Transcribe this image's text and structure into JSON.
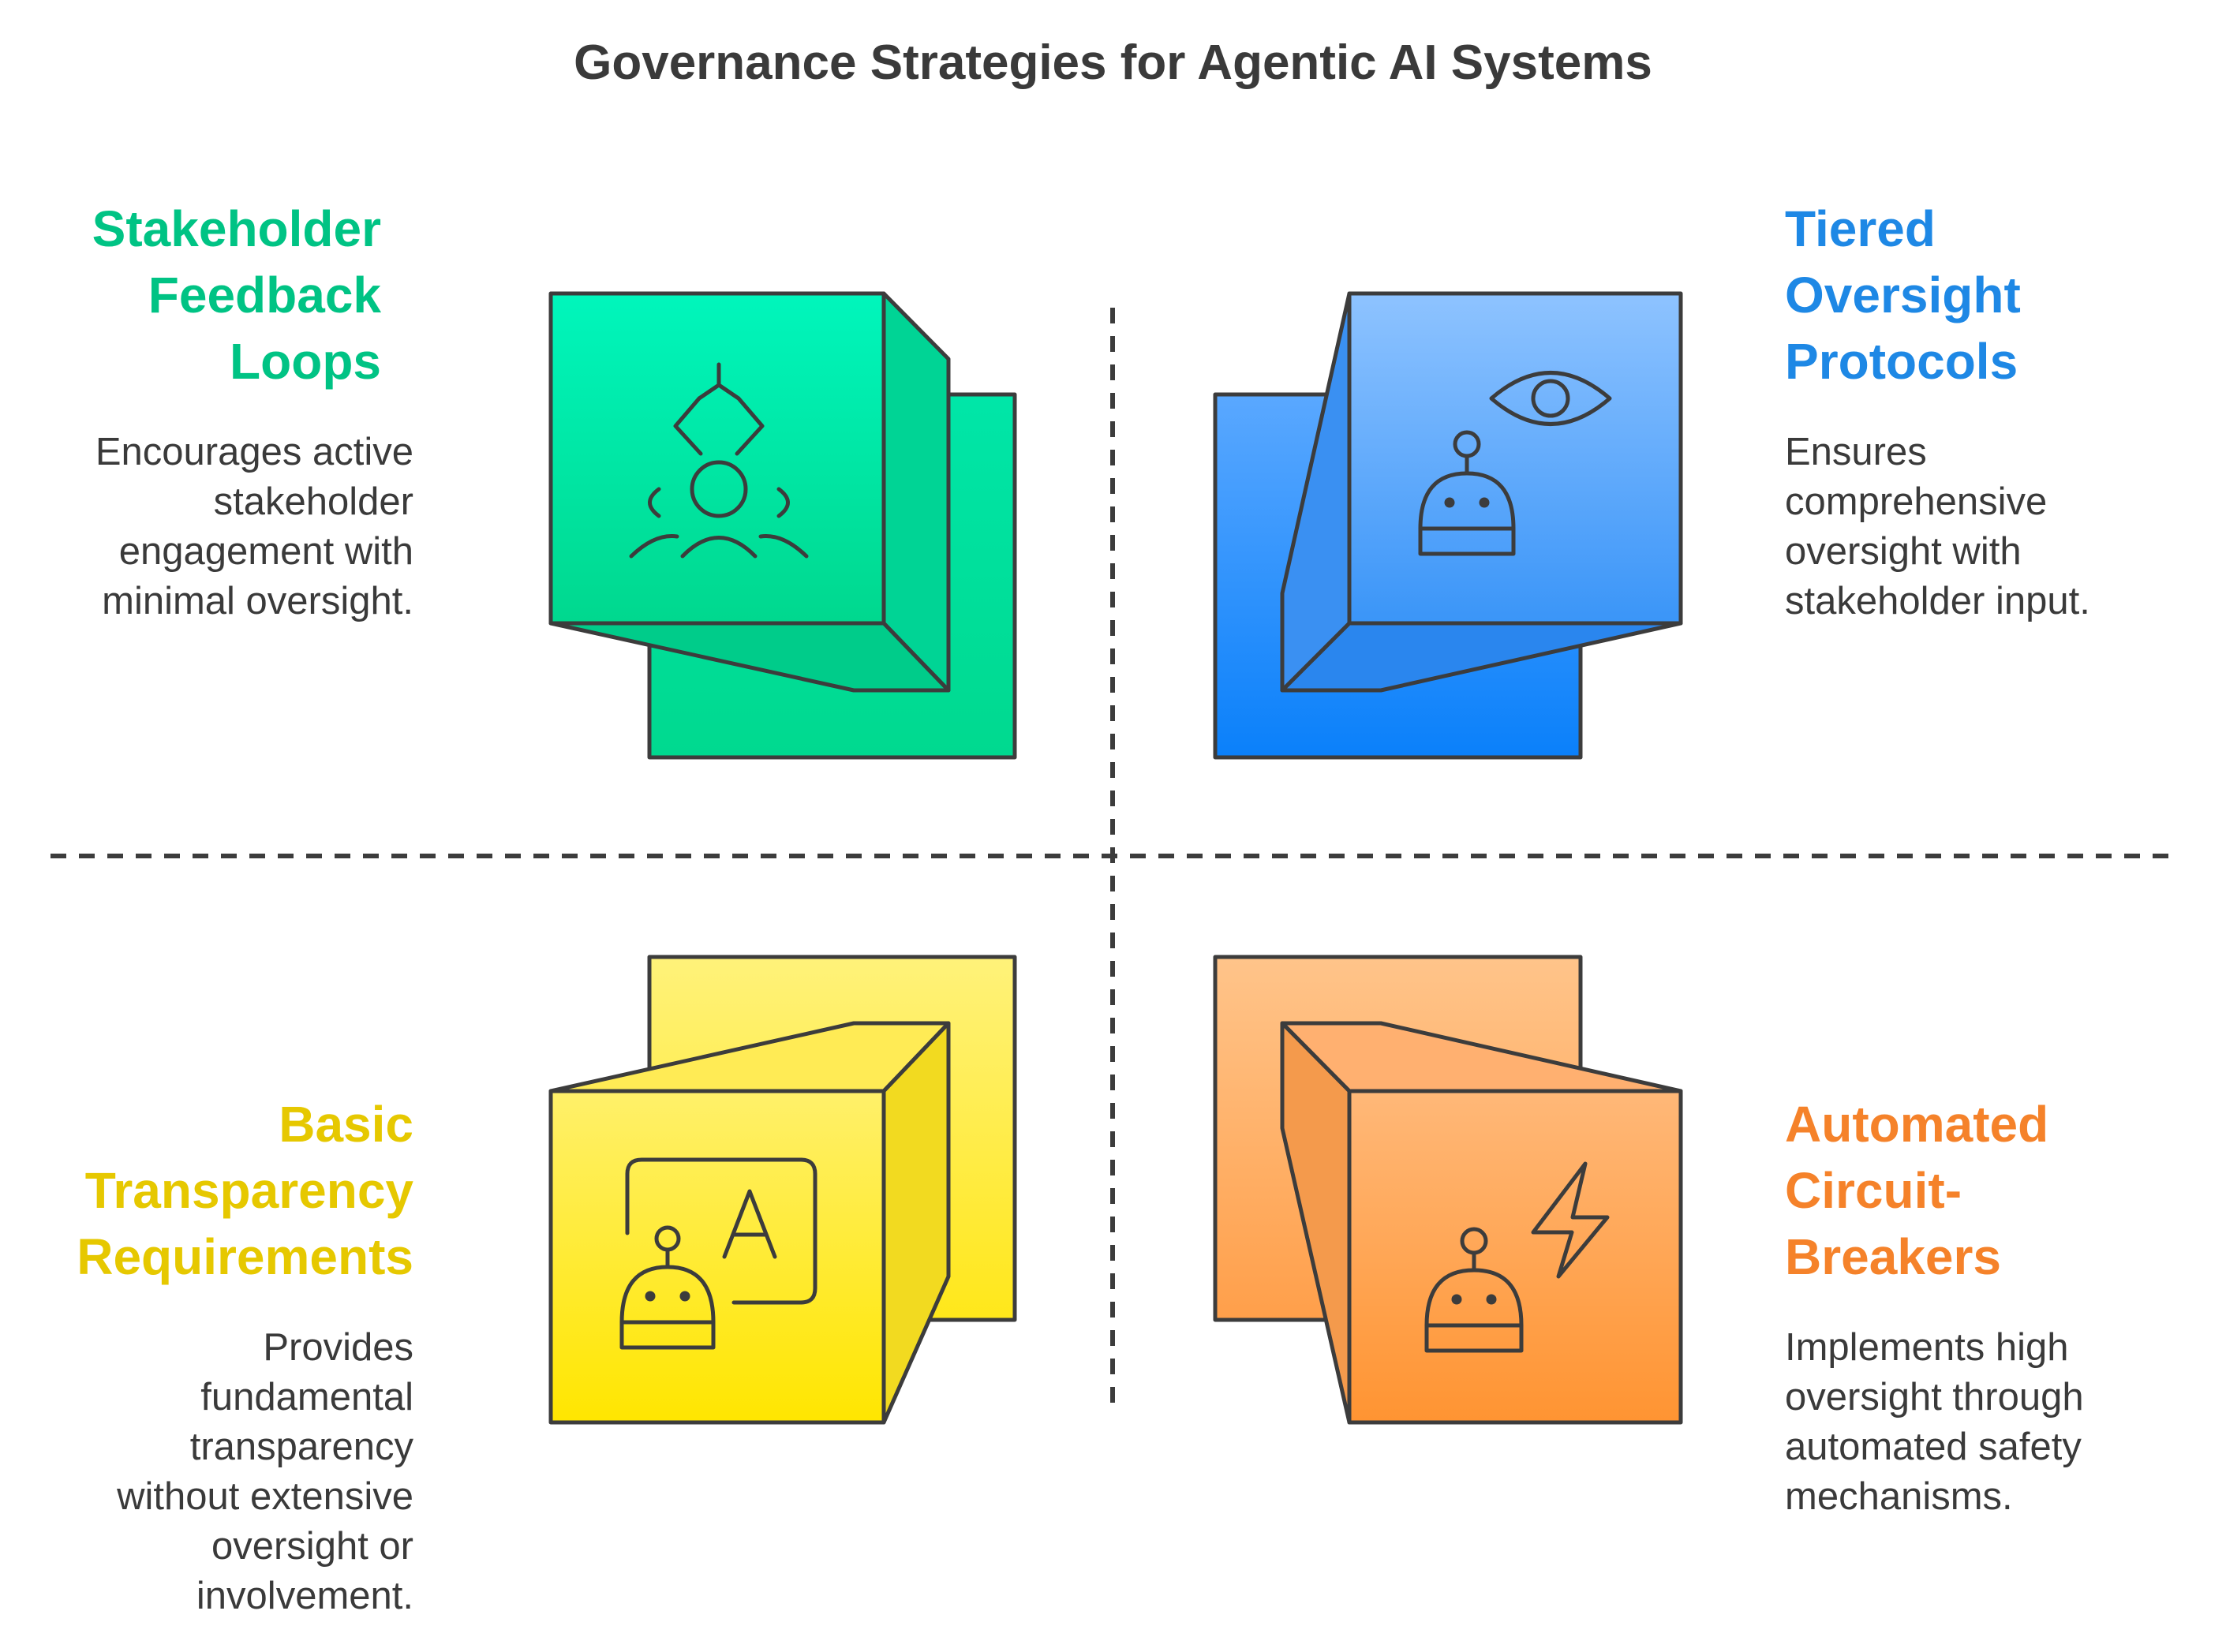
{
  "title": "Governance Strategies for Agentic AI Systems",
  "colors": {
    "green": "#00C384",
    "blue": "#1E88E5",
    "yellow": "#E6C800",
    "orange": "#F5822A",
    "outline": "#3c3c3c",
    "divider": "#3c3c3c"
  },
  "quadrants": {
    "top_left": {
      "heading": [
        "Stakeholder",
        "Feedback",
        "Loops"
      ],
      "description": [
        "Encourages active",
        "stakeholder",
        "engagement with",
        "minimal oversight."
      ],
      "icon": "stakeholder-feedback-icon",
      "color": "#00C384"
    },
    "top_right": {
      "heading": [
        "Tiered",
        "Oversight",
        "Protocols"
      ],
      "description": [
        "Ensures",
        "comprehensive",
        "oversight with",
        "stakeholder input."
      ],
      "icon": "robot-eye-icon",
      "color": "#1E88E5"
    },
    "bottom_left": {
      "heading": [
        "Basic",
        "Transparency",
        "Requirements"
      ],
      "description": [
        "Provides",
        "fundamental",
        "transparency",
        "without extensive",
        "oversight or",
        "involvement."
      ],
      "icon": "robot-text-icon",
      "glyph": "A",
      "color": "#E6C800"
    },
    "bottom_right": {
      "heading": [
        "Automated",
        "Circuit-",
        "Breakers"
      ],
      "description": [
        "Implements high",
        "oversight through",
        "automated safety",
        "mechanisms."
      ],
      "icon": "robot-lightning-icon",
      "color": "#F5822A"
    }
  }
}
